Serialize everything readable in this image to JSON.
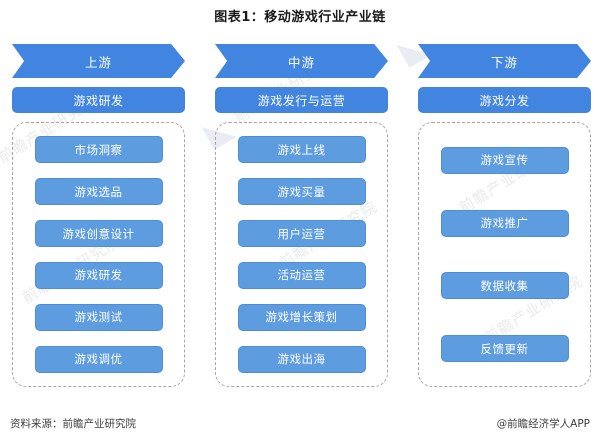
{
  "title": "图表1：移动游戏行业产业链",
  "columns": [
    {
      "id": "upstream",
      "banner": "上游",
      "sub_header": "游戏研发",
      "items": [
        "市场洞察",
        "游戏选品",
        "游戏创意设计",
        "游戏研发",
        "游戏测试",
        "游戏调优"
      ]
    },
    {
      "id": "midstream",
      "banner": "中游",
      "sub_header": "游戏发行与运营",
      "items": [
        "游戏上线",
        "游戏买量",
        "用户运营",
        "活动运营",
        "游戏增长策划",
        "游戏出海"
      ]
    },
    {
      "id": "downstream",
      "banner": "下游",
      "sub_header": "游戏分发",
      "items": [
        "游戏宣传",
        "游戏推广",
        "数据收集",
        "反馈更新"
      ]
    }
  ],
  "footer": {
    "source": "资料来源：前瞻产业研究院",
    "credit": "@前瞻经济学人APP"
  },
  "watermark_text": "前瞻产业研究院",
  "colors": {
    "banner_blue": "#4285e0",
    "item_blue": "#5e9ce0",
    "dashed_border": "#a6a6a6",
    "background": "#ffffff",
    "text_dark": "#1a1a1a"
  }
}
